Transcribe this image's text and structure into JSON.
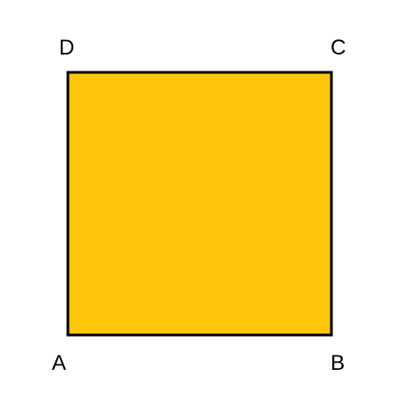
{
  "diagram": {
    "shape": "square",
    "fill_color": "#ffc60b",
    "stroke_color": "#000000",
    "vertices": {
      "top_left": "D",
      "top_right": "C",
      "bottom_left": "A",
      "bottom_right": "B"
    }
  }
}
